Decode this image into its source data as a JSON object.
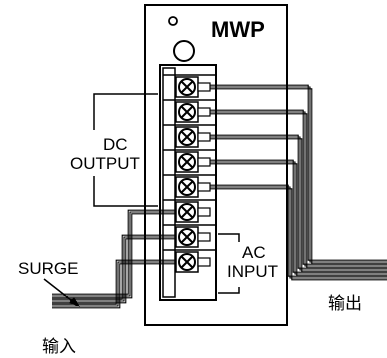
{
  "diagram": {
    "module_label": "MWP",
    "dc_output_label_line1": "DC",
    "dc_output_label_line2": "OUTPUT",
    "ac_input_label_line1": "AC",
    "ac_input_label_line2": "INPUT",
    "surge_label": "SURGE",
    "output_caption": "输出",
    "input_caption": "输入",
    "terminal_count": 8,
    "dc_terminal_count": 5,
    "ac_terminal_count": 3
  }
}
